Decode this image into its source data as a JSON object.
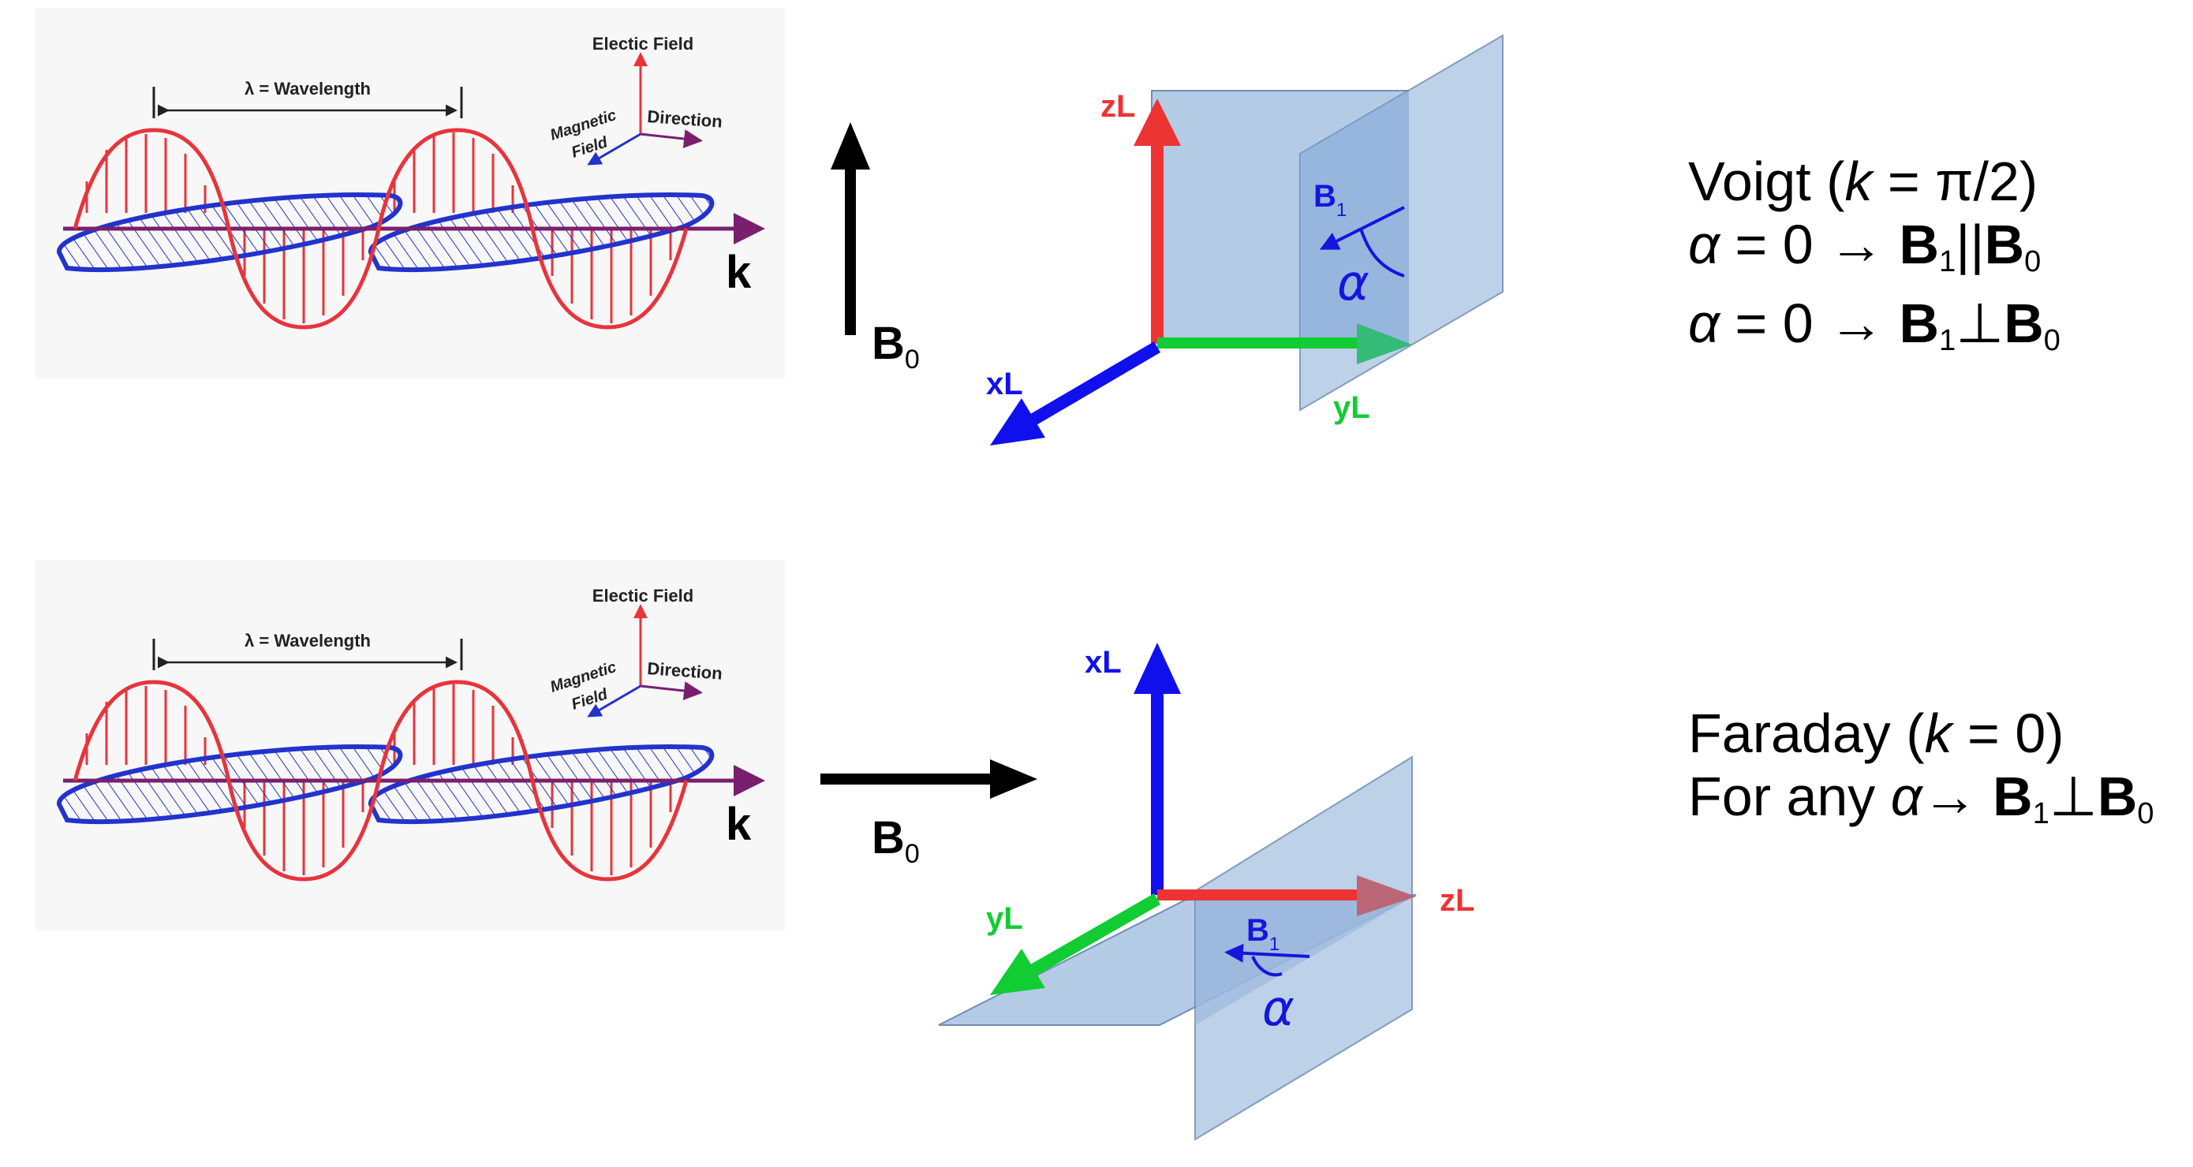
{
  "wave_panel": {
    "wavelength_label": "λ = Wavelength",
    "electric_field_label": "Electic Field",
    "magnetic_field_label_1": "Magnetic",
    "magnetic_field_label_2": "Field",
    "direction_label": "Direction",
    "k_label": "k"
  },
  "field": {
    "b0_symbol": "B",
    "b0_sub": "0"
  },
  "top_axes": {
    "z_label": "zL",
    "x_label": "xL",
    "y_label": "yL",
    "b1_symbol": "B",
    "b1_sub": "1",
    "alpha": "α"
  },
  "bottom_axes": {
    "x_label": "xL",
    "y_label": "yL",
    "z_label": "zL",
    "b1_symbol": "B",
    "b1_sub": "1",
    "alpha": "α"
  },
  "voigt": {
    "title_pre": "Voigt (",
    "title_k": "k",
    "title_post": " = π/2)",
    "line2_alpha": "α",
    "line2_text": " = 0 → ",
    "line2_b": "B",
    "line2_sub1": "1",
    "line2_rel": "||",
    "line2_b2": "B",
    "line2_sub2": "0",
    "line3_alpha": "α",
    "line3_text": " = 0 → ",
    "line3_b": "B",
    "line3_sub1": "1",
    "line3_rel": "⊥",
    "line3_b2": "B",
    "line3_sub2": "0"
  },
  "faraday": {
    "title_pre": "Faraday (",
    "title_k": "k",
    "title_post": " = 0)",
    "line2_text": "For any ",
    "line2_alpha": "α",
    "line2_arrow": "→ ",
    "line2_b": "B",
    "line2_sub1": "1",
    "line2_rel": "⊥",
    "line2_b2": "B",
    "line2_sub2": "0"
  },
  "colors": {
    "electric": "#e8343b",
    "magnetic": "#2233cc",
    "propagation": "#7a1f6e",
    "z_axis": "#ee3333",
    "x_axis": "#1010ee",
    "y_axis": "#11cc33",
    "plane": "#a8c2e2"
  }
}
